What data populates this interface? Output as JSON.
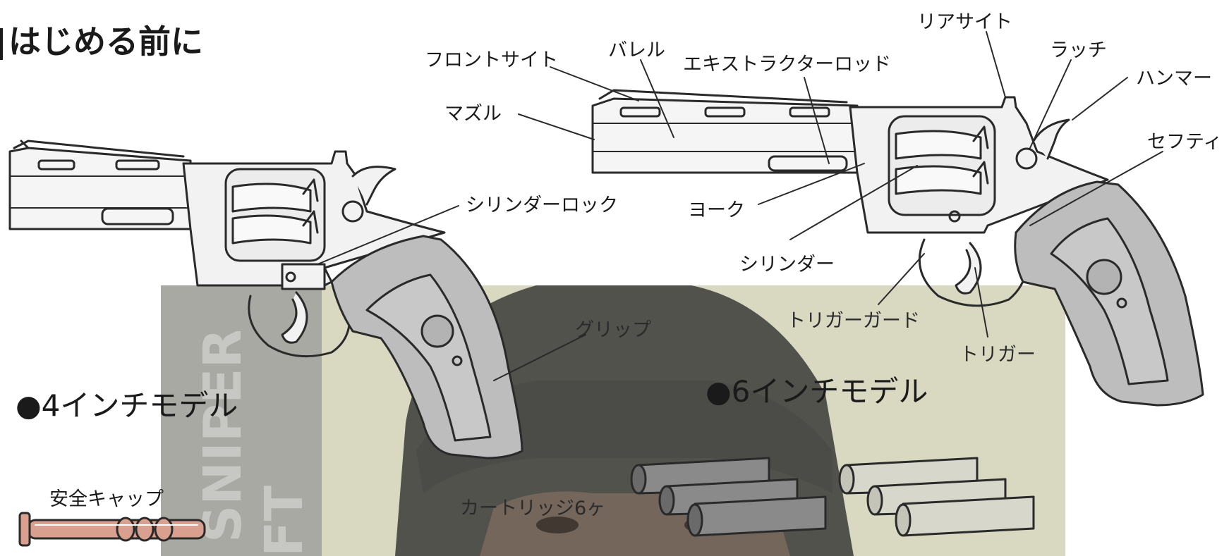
{
  "title": "はじめる前に",
  "colors": {
    "line": "#2a2a2a",
    "metal": "#f2f2f2",
    "grip": "#b9b9b9",
    "overlay_bg": "#d9d9c2",
    "overlay_side": "#a9a9a3",
    "safety_cap": "#d9a090"
  },
  "labels": {
    "front_sight": "フロントサイト",
    "barrel": "バレル",
    "extractor_rod": "エキストラクターロッド",
    "rear_sight": "リアサイト",
    "latch": "ラッチ",
    "hammer": "ハンマー",
    "muzzle": "マズル",
    "safety": "セフティ",
    "cylinder_lock": "シリンダーロック",
    "yoke": "ヨーク",
    "cylinder": "シリンダー",
    "trigger_guard": "トリガーガード",
    "trigger": "トリガー",
    "grip": "グリップ"
  },
  "models": {
    "four_inch": "●4インチモデル",
    "six_inch": "●6インチモデル"
  },
  "accessories": {
    "safety_cap": "安全キャップ",
    "cartridges": "カートリッジ6ヶ"
  },
  "overlay_watermark": [
    "SNIPER",
    "FT"
  ]
}
